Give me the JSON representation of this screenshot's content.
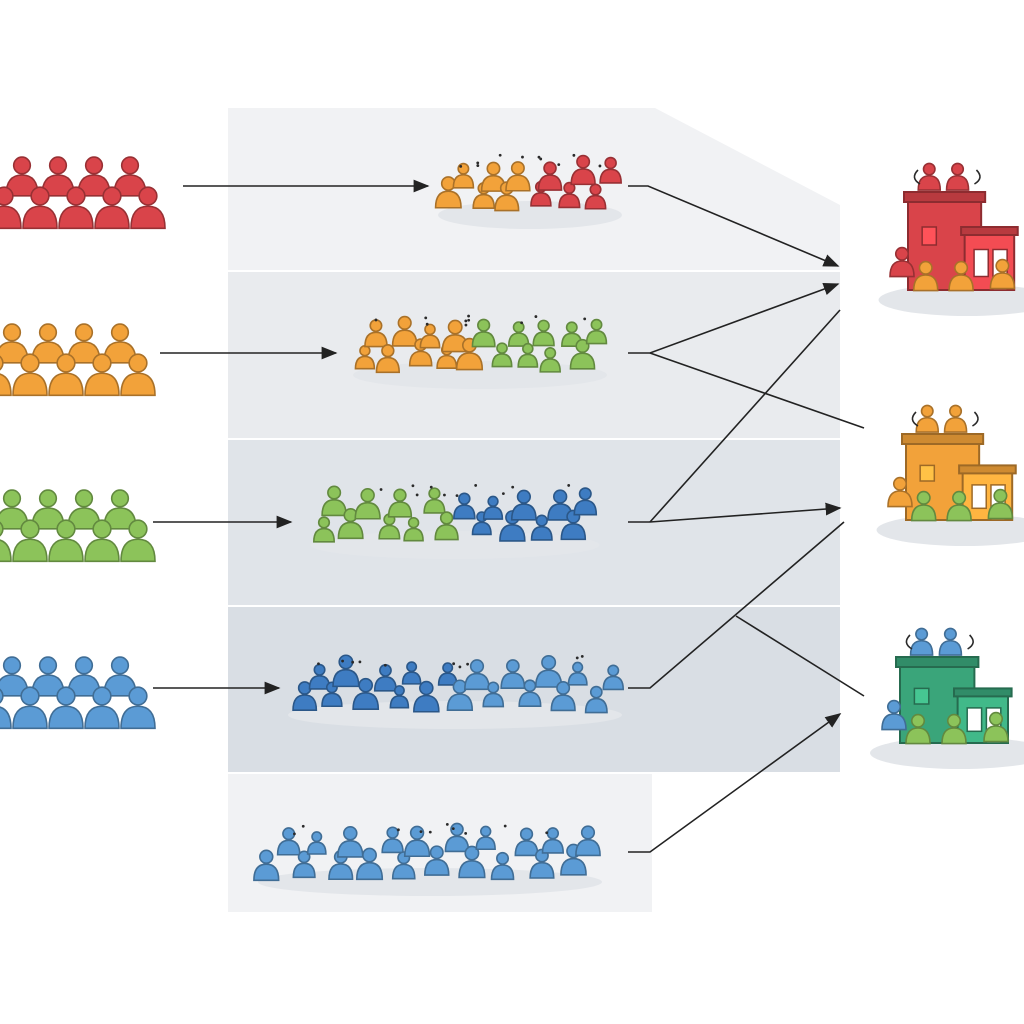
{
  "diagram": {
    "colors": {
      "red": "#d9444a",
      "orange": "#f2a23a",
      "green": "#8cc35a",
      "blue": "#5b9bd5",
      "darkBlue": "#3e7cc2",
      "panel": "#eceef1",
      "panelDark": "#dfe3e8",
      "arrow": "#222222",
      "outline": "#2a2a2a",
      "shadow": "#e3e6ea"
    },
    "source_groups": [
      {
        "id": "red",
        "color": "red"
      },
      {
        "id": "orange",
        "color": "orange"
      },
      {
        "id": "green",
        "color": "green"
      },
      {
        "id": "blue",
        "color": "blue"
      }
    ],
    "layers": [
      {
        "id": "layer-1",
        "mix": [
          "orange",
          "red"
        ]
      },
      {
        "id": "layer-2",
        "mix": [
          "orange",
          "green"
        ]
      },
      {
        "id": "layer-3",
        "mix": [
          "green",
          "darkBlue"
        ]
      },
      {
        "id": "layer-4",
        "mix": [
          "darkBlue",
          "blue"
        ]
      },
      {
        "id": "layer-5",
        "mix": [
          "blue"
        ]
      }
    ],
    "destinations": [
      {
        "id": "red-building",
        "building_color": "red",
        "people": [
          "red",
          "orange"
        ]
      },
      {
        "id": "orange-building",
        "building_color": "orange",
        "people": [
          "orange",
          "green"
        ]
      },
      {
        "id": "green-building",
        "building_color": "#3aa57a",
        "people": [
          "blue",
          "green"
        ]
      }
    ],
    "icons": [
      "people-group-icon",
      "building-icon",
      "arrow-icon"
    ]
  }
}
